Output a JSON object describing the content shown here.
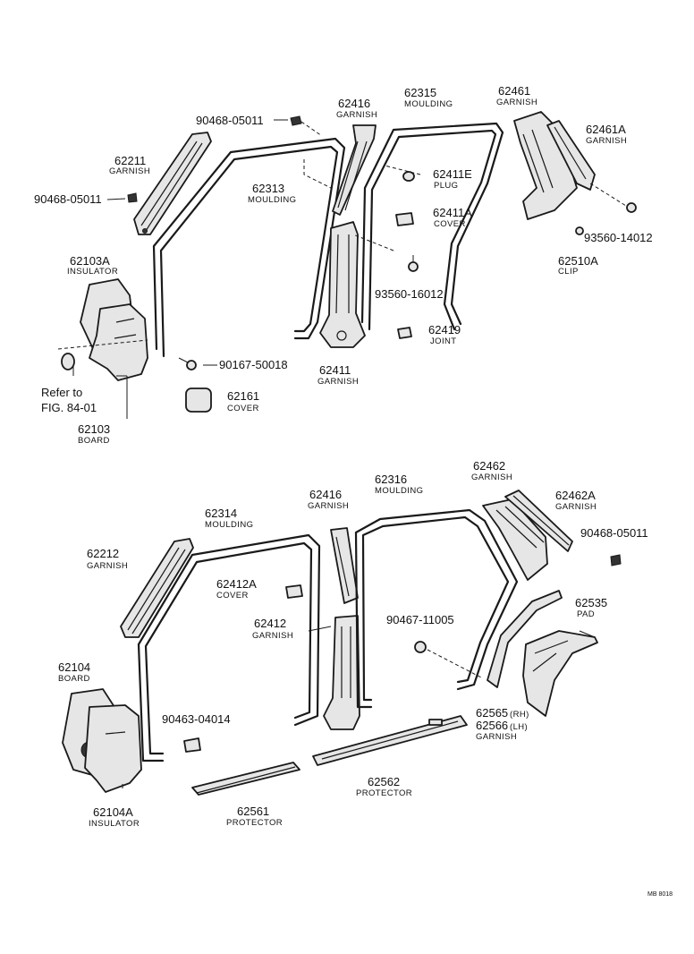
{
  "labels": [
    {
      "id": "l-90468-05011-a",
      "num": "90468-05011",
      "name": ""
    },
    {
      "id": "l-62211",
      "num": "62211",
      "name": "GARNISH"
    },
    {
      "id": "l-90468-05011-b",
      "num": "90468-05011",
      "name": ""
    },
    {
      "id": "l-62313",
      "num": "62313",
      "name": "MOULDING"
    },
    {
      "id": "l-62416-a",
      "num": "62416",
      "name": "GARNISH"
    },
    {
      "id": "l-62315",
      "num": "62315",
      "name": "MOULDING"
    },
    {
      "id": "l-62461",
      "num": "62461",
      "name": "GARNISH"
    },
    {
      "id": "l-62461A",
      "num": "62461A",
      "name": "GARNISH"
    },
    {
      "id": "l-62411E",
      "num": "62411E",
      "name": "PLUG"
    },
    {
      "id": "l-62411A",
      "num": "62411A",
      "name": "COVER"
    },
    {
      "id": "l-93560-14012",
      "num": "93560-14012",
      "name": ""
    },
    {
      "id": "l-62510A",
      "num": "62510A",
      "name": "CLIP"
    },
    {
      "id": "l-62103A",
      "num": "62103A",
      "name": "INSULATOR"
    },
    {
      "id": "l-93560-16012",
      "num": "93560-16012",
      "name": ""
    },
    {
      "id": "l-62419",
      "num": "62419",
      "name": "JOINT"
    },
    {
      "id": "l-90167-50018",
      "num": "90167-50018",
      "name": ""
    },
    {
      "id": "l-62411",
      "num": "62411",
      "name": "GARNISH"
    },
    {
      "id": "l-62161",
      "num": "62161",
      "name": "COVER"
    },
    {
      "id": "l-62103",
      "num": "62103",
      "name": "BOARD"
    },
    {
      "id": "l-62462",
      "num": "62462",
      "name": "GARNISH"
    },
    {
      "id": "l-62316",
      "num": "62316",
      "name": "MOULDING"
    },
    {
      "id": "l-62416-b",
      "num": "62416",
      "name": "GARNISH"
    },
    {
      "id": "l-62462A",
      "num": "62462A",
      "name": "GARNISH"
    },
    {
      "id": "l-62314",
      "num": "62314",
      "name": "MOULDING"
    },
    {
      "id": "l-90468-05011-c",
      "num": "90468-05011",
      "name": ""
    },
    {
      "id": "l-62212",
      "num": "62212",
      "name": "GARNISH"
    },
    {
      "id": "l-62412A",
      "num": "62412A",
      "name": "COVER"
    },
    {
      "id": "l-62535",
      "num": "62535",
      "name": "PAD"
    },
    {
      "id": "l-90467-11005",
      "num": "90467-11005",
      "name": ""
    },
    {
      "id": "l-62412",
      "num": "62412",
      "name": "GARNISH"
    },
    {
      "id": "l-62104",
      "num": "62104",
      "name": "BOARD"
    },
    {
      "id": "l-62565",
      "num": "62565",
      "name": "(RH)"
    },
    {
      "id": "l-62566",
      "num": "62566",
      "name": "(LH)"
    },
    {
      "id": "l-62565-garnish",
      "num": "",
      "name": "GARNISH"
    },
    {
      "id": "l-90463-04014",
      "num": "90463-04014",
      "name": ""
    },
    {
      "id": "l-62562",
      "num": "62562",
      "name": "PROTECTOR"
    },
    {
      "id": "l-62561",
      "num": "62561",
      "name": "PROTECTOR"
    },
    {
      "id": "l-62104A",
      "num": "62104A",
      "name": "INSULATOR"
    }
  ],
  "reference": {
    "line1": "Refer to",
    "line2": "FIG. 84-01"
  },
  "drawing_code": "MB 8018"
}
